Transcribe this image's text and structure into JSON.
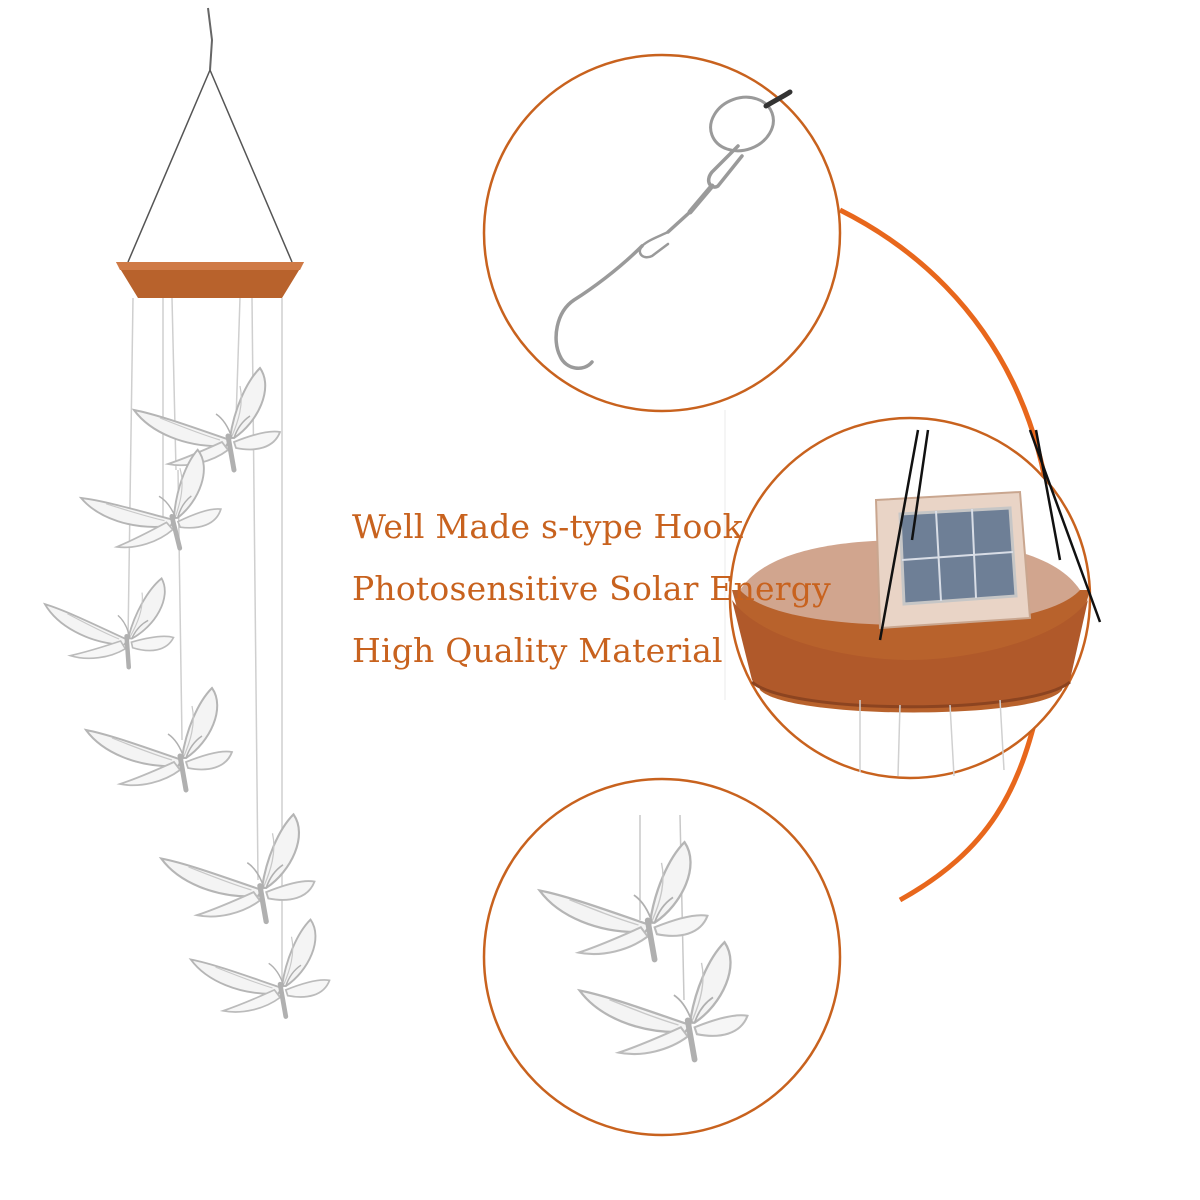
{
  "features": [
    "Well Made s-type Hook",
    "Photosensitive Solar Energy",
    "High Quality Material"
  ],
  "colors": {
    "text": "#c8621e",
    "callout_circle": "#c8621e",
    "connector_arc": "#e8671c",
    "canopy": "#b8622c",
    "canopy_dark": "#8c4420",
    "butterfly_outline": "#b5b5b5",
    "solar_cell": "#6e7f96"
  },
  "icons": {
    "hook": "s-hook-icon",
    "solar_panel": "solar-panel-icon",
    "butterfly": "butterfly-icon"
  }
}
